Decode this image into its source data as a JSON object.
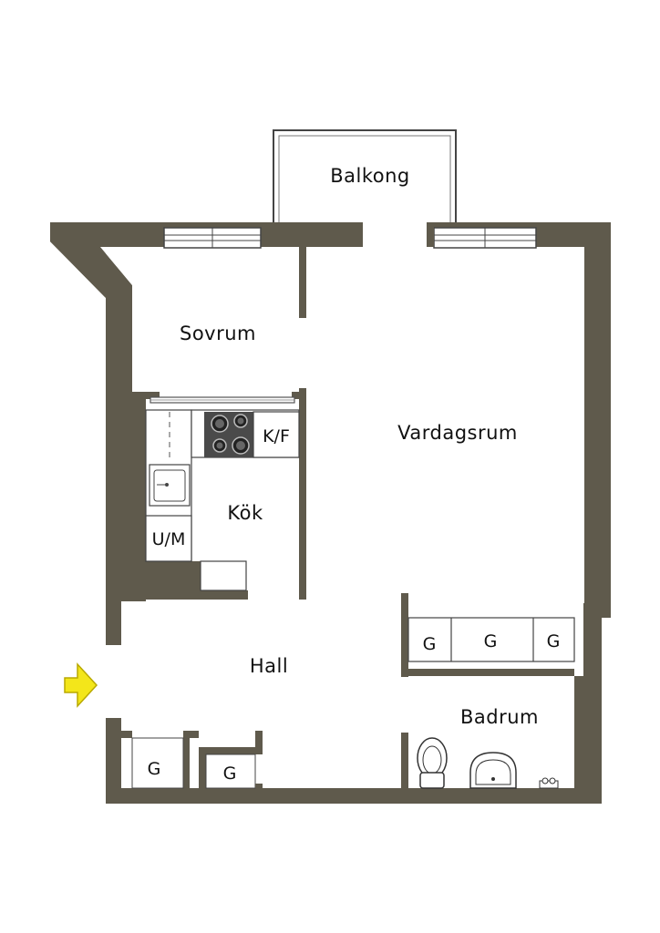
{
  "colors": {
    "wall": "#5f5a4c",
    "floor": "#ffffff",
    "line": "#333333",
    "entrance_arrow": "#f3e61a",
    "entrance_arrow_stroke": "#b9a900"
  },
  "rooms": {
    "balcony": "Balkong",
    "bedroom": "Sovrum",
    "living_room": "Vardagsrum",
    "kitchen": "Kök",
    "hall": "Hall",
    "bathroom": "Badrum"
  },
  "fixtures": {
    "fridge_freezer": "K/F",
    "oven_microwave": "U/M",
    "wardrobe_living_1": "G",
    "wardrobe_living_2": "G",
    "wardrobe_living_3": "G",
    "wardrobe_hall_1": "G",
    "wardrobe_hall_2": "G"
  },
  "icons": {
    "entrance": "entrance-arrow-icon",
    "stove": "stove-icon",
    "sink": "kitchen-sink-icon",
    "toilet": "toilet-icon",
    "washbasin": "washbasin-icon",
    "faucet": "faucet-icon"
  }
}
